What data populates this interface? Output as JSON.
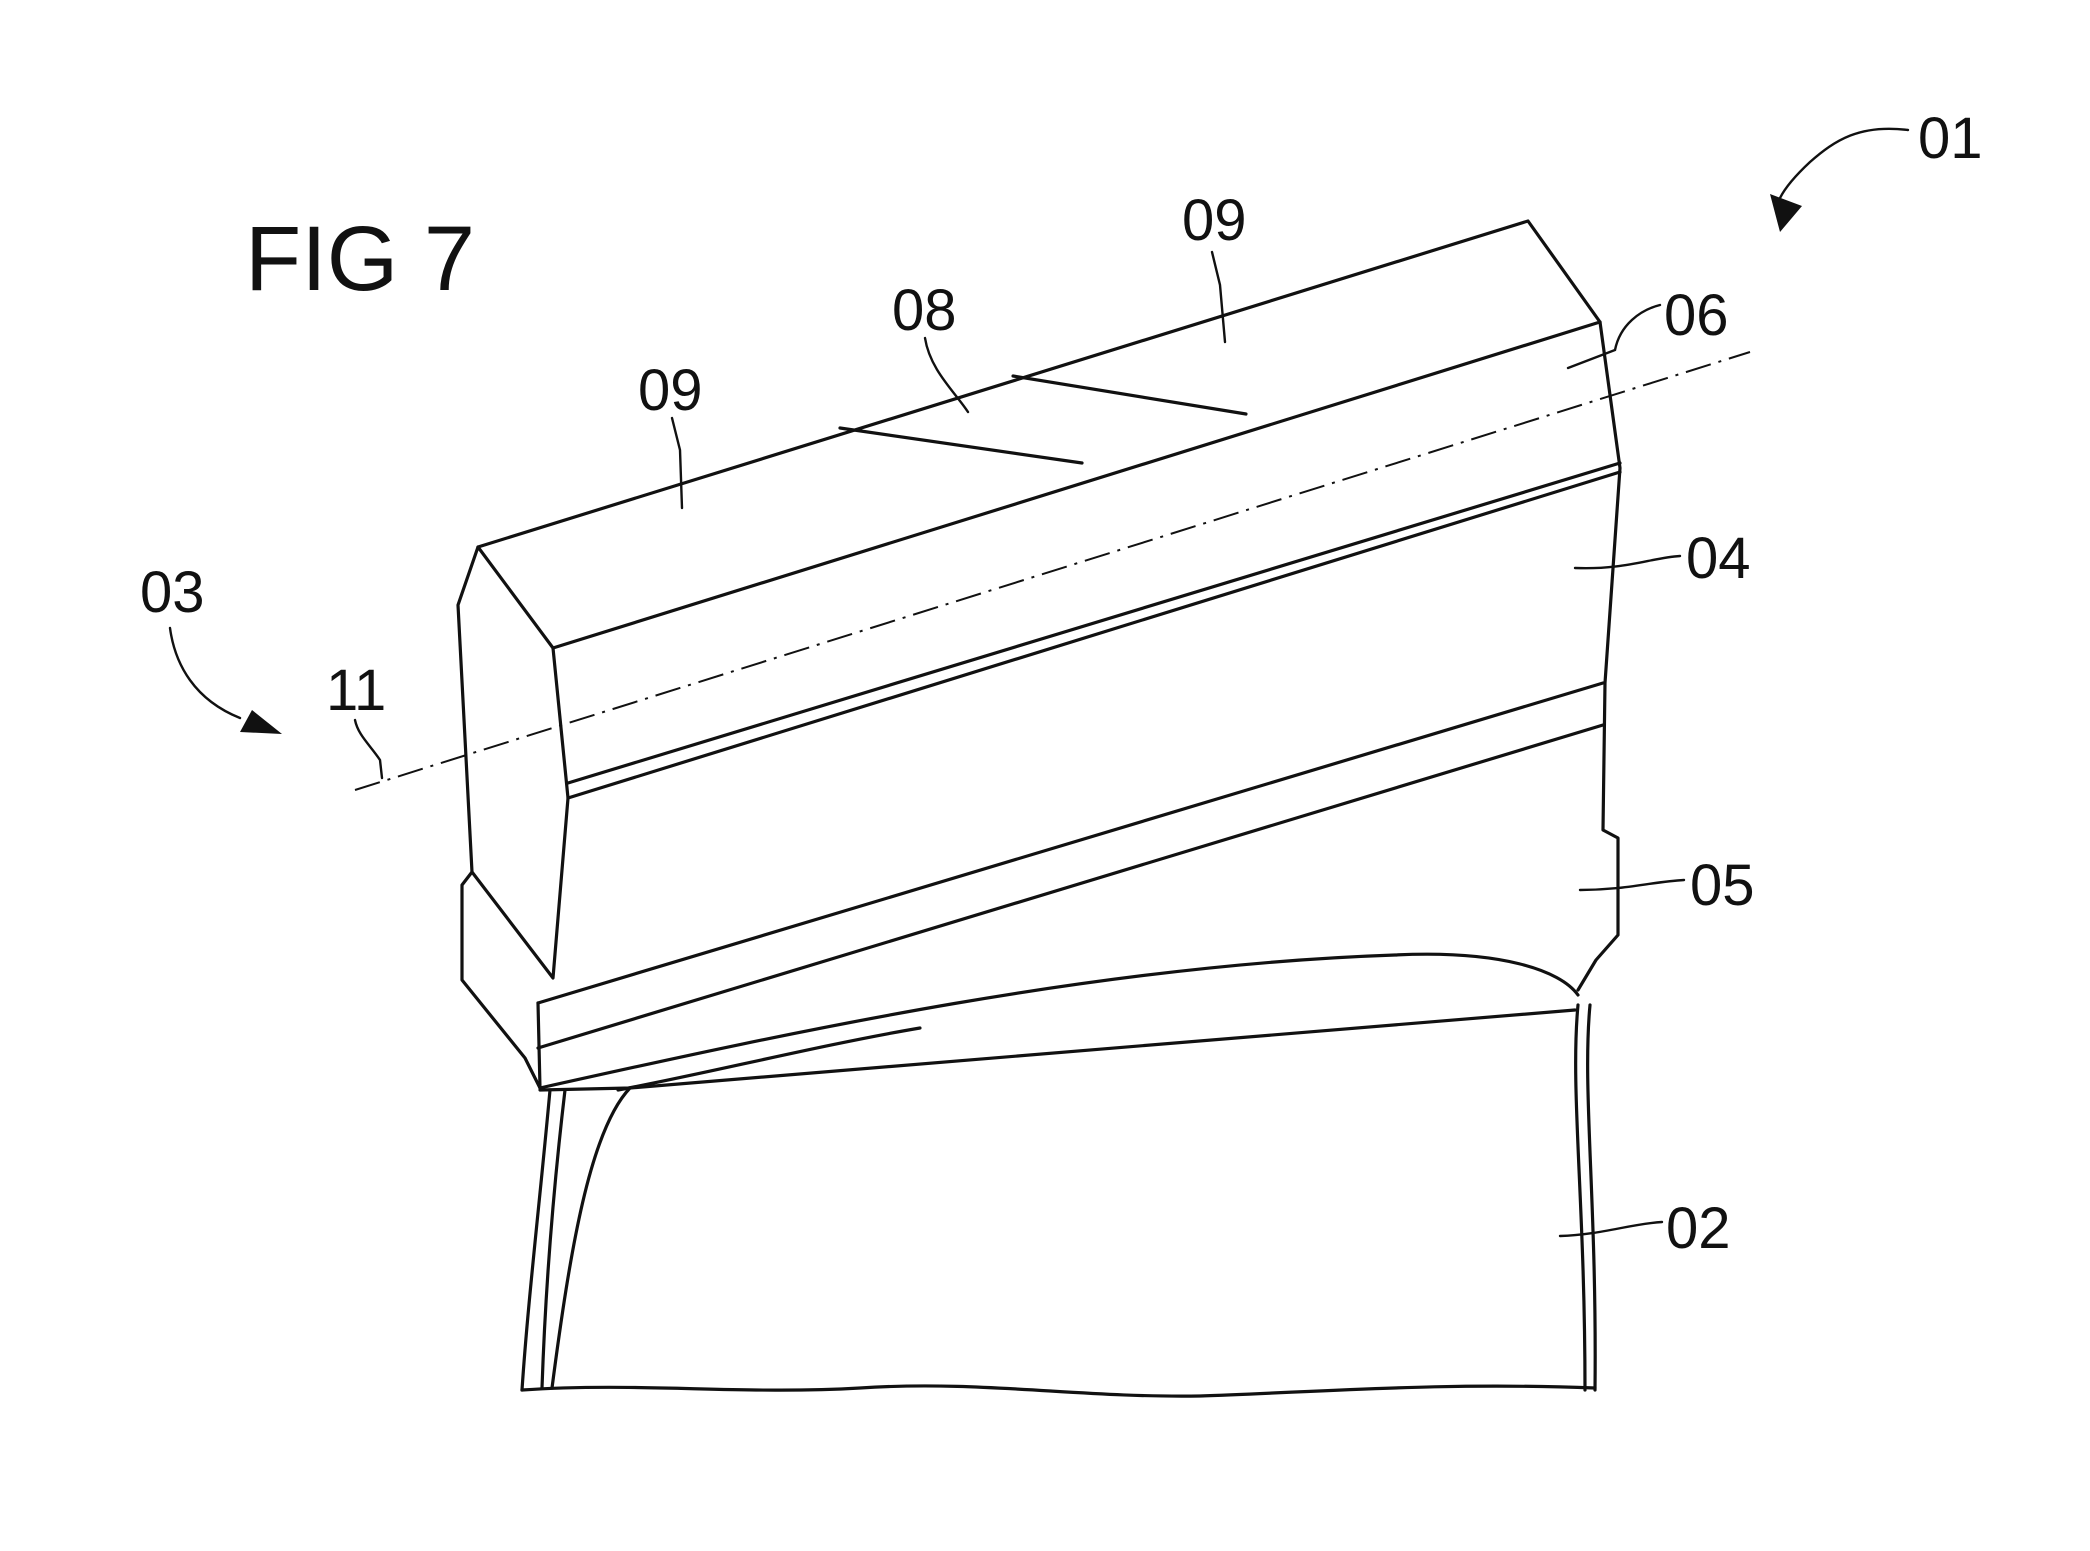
{
  "figure": {
    "title": "FIG 7"
  },
  "labels": {
    "l01": "01",
    "l02": "02",
    "l03": "03",
    "l04": "04",
    "l05": "05",
    "l06": "06",
    "l08": "08",
    "l09_left": "09",
    "l09_right": "09",
    "l11": "11"
  }
}
